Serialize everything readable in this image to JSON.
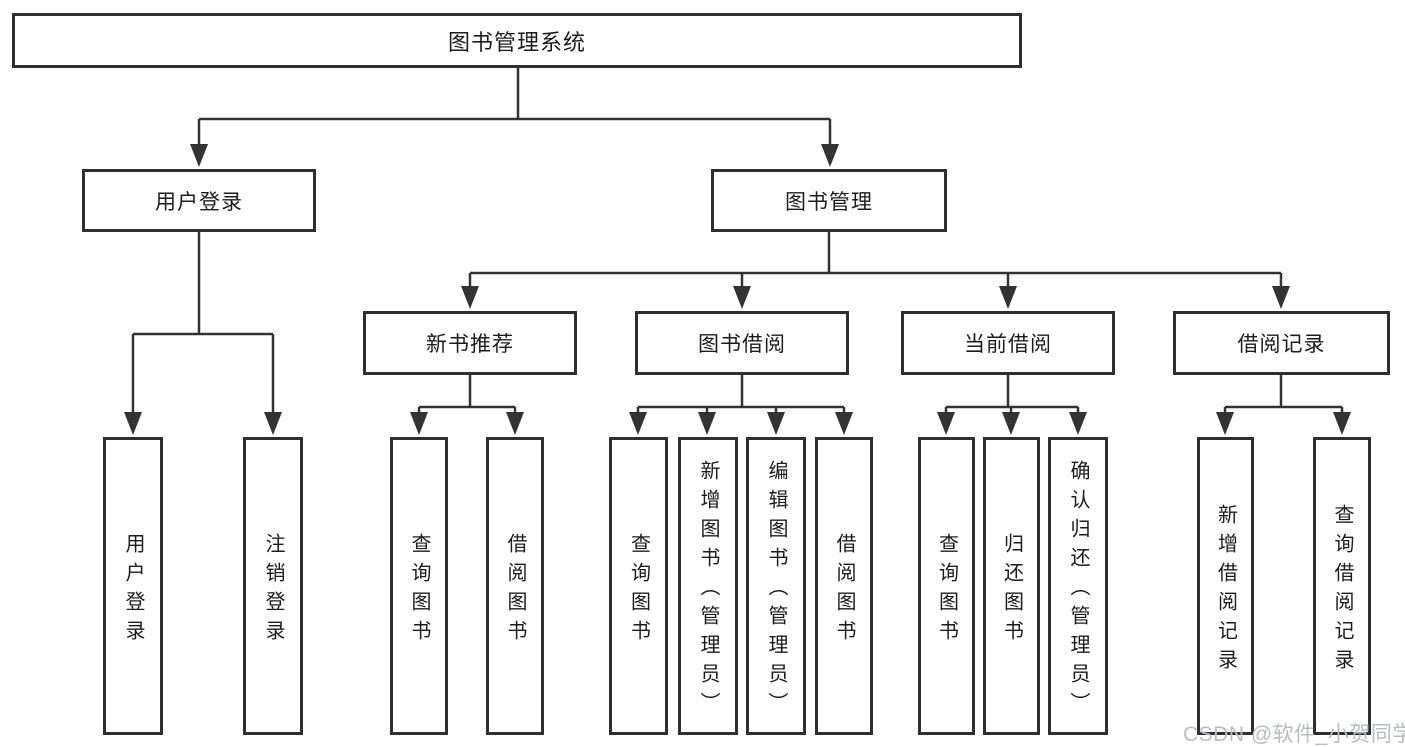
{
  "diagram": {
    "title": "图书管理系统",
    "level1": [
      {
        "id": "user-login",
        "label": "用户登录"
      },
      {
        "id": "book-management",
        "label": "图书管理"
      }
    ],
    "level2": [
      {
        "id": "new-book-recommend",
        "label": "新书推荐",
        "parent": "图书管理"
      },
      {
        "id": "book-borrow",
        "label": "图书借阅",
        "parent": "图书管理"
      },
      {
        "id": "current-borrow",
        "label": "当前借阅",
        "parent": "图书管理"
      },
      {
        "id": "borrow-records",
        "label": "借阅记录",
        "parent": "图书管理"
      }
    ],
    "leaves": [
      {
        "group": "用户登录",
        "label": "用户登录"
      },
      {
        "group": "用户登录",
        "label": "注销登录"
      },
      {
        "group": "新书推荐",
        "label": "查询图书"
      },
      {
        "group": "新书推荐",
        "label": "借阅图书"
      },
      {
        "group": "图书借阅",
        "label": "查询图书"
      },
      {
        "group": "图书借阅",
        "label": "新增图书（管理员）"
      },
      {
        "group": "图书借阅",
        "label": "编辑图书（管理员）"
      },
      {
        "group": "图书借阅",
        "label": "借阅图书"
      },
      {
        "group": "当前借阅",
        "label": "查询图书"
      },
      {
        "group": "当前借阅",
        "label": "归还图书"
      },
      {
        "group": "当前借阅",
        "label": "确认归还（管理员）"
      },
      {
        "group": "借阅记录",
        "label": "新增借阅记录"
      },
      {
        "group": "借阅记录",
        "label": "查询借阅记录"
      }
    ]
  },
  "watermark": "CSDN @软件_小贺同学",
  "colors": {
    "line": "#333333",
    "box_border": "#2f2f2f",
    "text": "#1c1c1c",
    "watermark": "#b9bdc2",
    "background": "#ffffff"
  }
}
